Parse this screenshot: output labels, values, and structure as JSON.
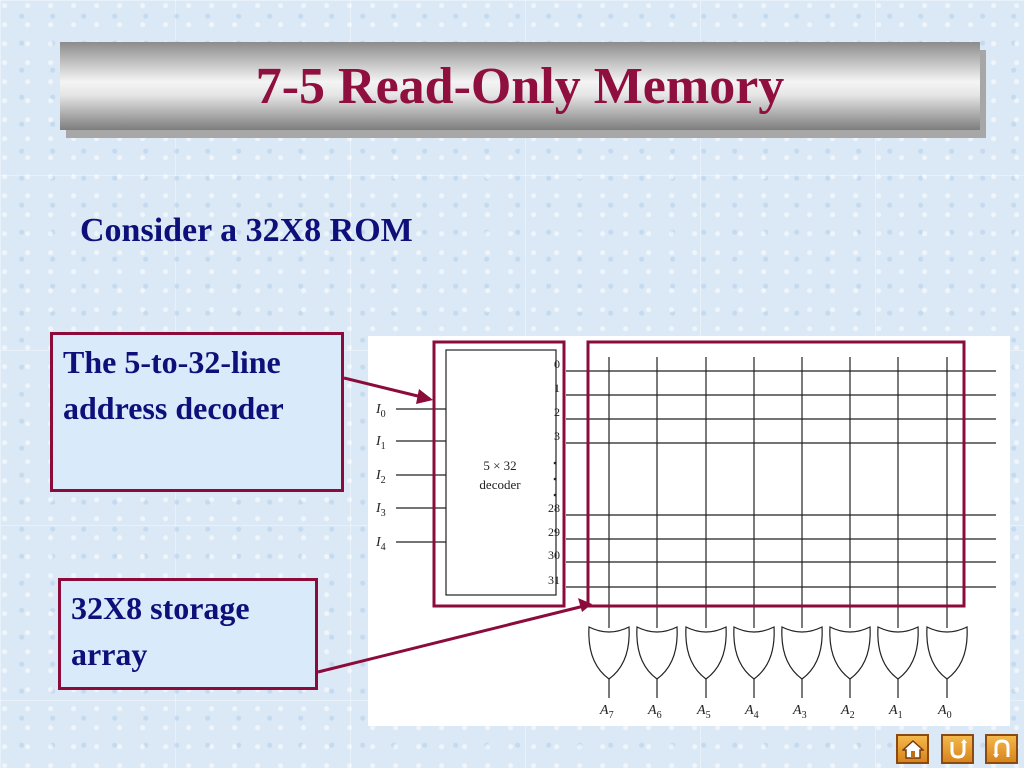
{
  "slide": {
    "title": "7-5  Read-Only Memory",
    "subtitle": "Consider a 32X8 ROM"
  },
  "callouts": {
    "decoder": "The 5-to-32-line address decoder",
    "array": "32X8 storage array"
  },
  "diagram": {
    "inputs": [
      "I0",
      "I1",
      "I2",
      "I3",
      "I4"
    ],
    "decoder_label": [
      "5 × 32",
      "decoder"
    ],
    "word_lines_top": [
      "0",
      "1",
      "2",
      "3"
    ],
    "word_lines_bottom": [
      "28",
      "29",
      "30",
      "31"
    ],
    "outputs": [
      "A7",
      "A6",
      "A5",
      "A4",
      "A3",
      "A2",
      "A1",
      "A0"
    ]
  },
  "nav": {
    "icons": [
      "home-icon",
      "return-icon",
      "undo-icon"
    ]
  },
  "colors": {
    "title": "#8f0f3f",
    "text": "#0f0f7a",
    "accent_border": "#8b0b3b"
  }
}
